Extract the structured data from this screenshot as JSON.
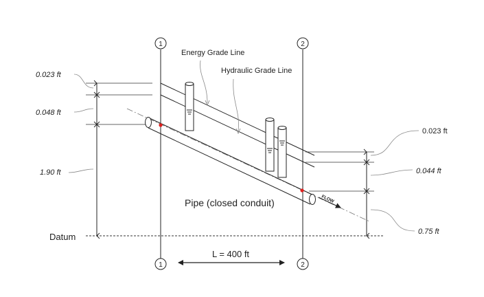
{
  "stations": {
    "top_left": "1",
    "top_right": "2",
    "bottom_left": "1",
    "bottom_right": "2"
  },
  "labels": {
    "energy_grade_line": "Energy Grade Line",
    "hydraulic_grade_line": "Hydraulic Grade Line",
    "pipe": "Pipe (closed conduit)",
    "datum": "Datum",
    "flow": "FLOW",
    "length": "L = 400 ft"
  },
  "dimensions_left": {
    "velocity_head": "0.023 ft",
    "pressure_head": "0.048 ft",
    "elevation": "1.90 ft"
  },
  "dimensions_right": {
    "velocity_head": "0.023 ft",
    "pressure_head": "0.044 ft",
    "elevation": "0.75 ft"
  },
  "colors": {
    "line": "#222222",
    "point": "#e0201e",
    "accent_grey": "#888888"
  }
}
